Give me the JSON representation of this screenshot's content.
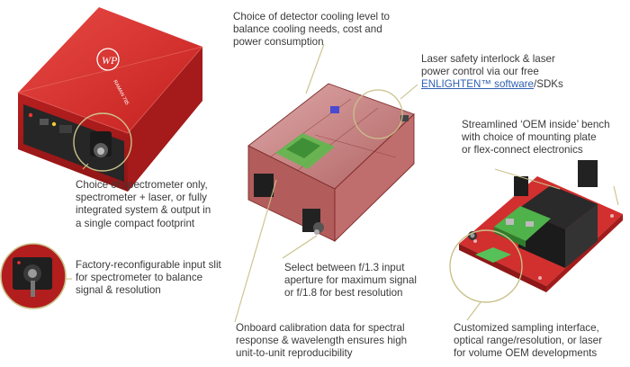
{
  "callouts": {
    "cooling": {
      "lines": [
        "Choice of detector cooling level to",
        "balance cooling needs, cost and",
        "power consumption"
      ]
    },
    "laser": {
      "line1": "Laser safety interlock & laser",
      "line2": "power control via our free",
      "link": "ENLIGHTEN™ software",
      "link_suffix": "/SDKs"
    },
    "bench": {
      "lines": [
        "Streamlined ‘OEM inside’ bench",
        "with choice of mounting plate",
        "or flex-connect electronics"
      ]
    },
    "spectrometer": {
      "lines": [
        "Choice of spectrometer only,",
        "spectrometer + laser, or fully",
        "integrated system & output in",
        "a single compact footprint"
      ]
    },
    "slit": {
      "lines": [
        "Factory-reconfigurable input slit",
        "for spectrometer to balance",
        "signal & resolution"
      ]
    },
    "aperture": {
      "lines": [
        "Select between f/1.3 input",
        "aperture for maximum signal",
        "or f/1.8 for best resolution"
      ]
    },
    "calibration": {
      "lines": [
        "Onboard calibration data for spectral",
        "response & wavelength ensures high",
        "unit-to-unit reproducibility"
      ]
    },
    "sampling": {
      "lines": [
        "Customized sampling interface,",
        "optical range/resolution, or laser",
        "for volume OEM developments"
      ]
    }
  },
  "product": {
    "logo": "WP",
    "brand_text": "RAMAN 785"
  },
  "colors": {
    "red": "#d42a2a",
    "dark_red": "#9c1c1c",
    "leader": "#c9c18a",
    "text": "#3a3a3a",
    "link": "#2f5fb3",
    "pcb_green": "#4cae4c"
  }
}
